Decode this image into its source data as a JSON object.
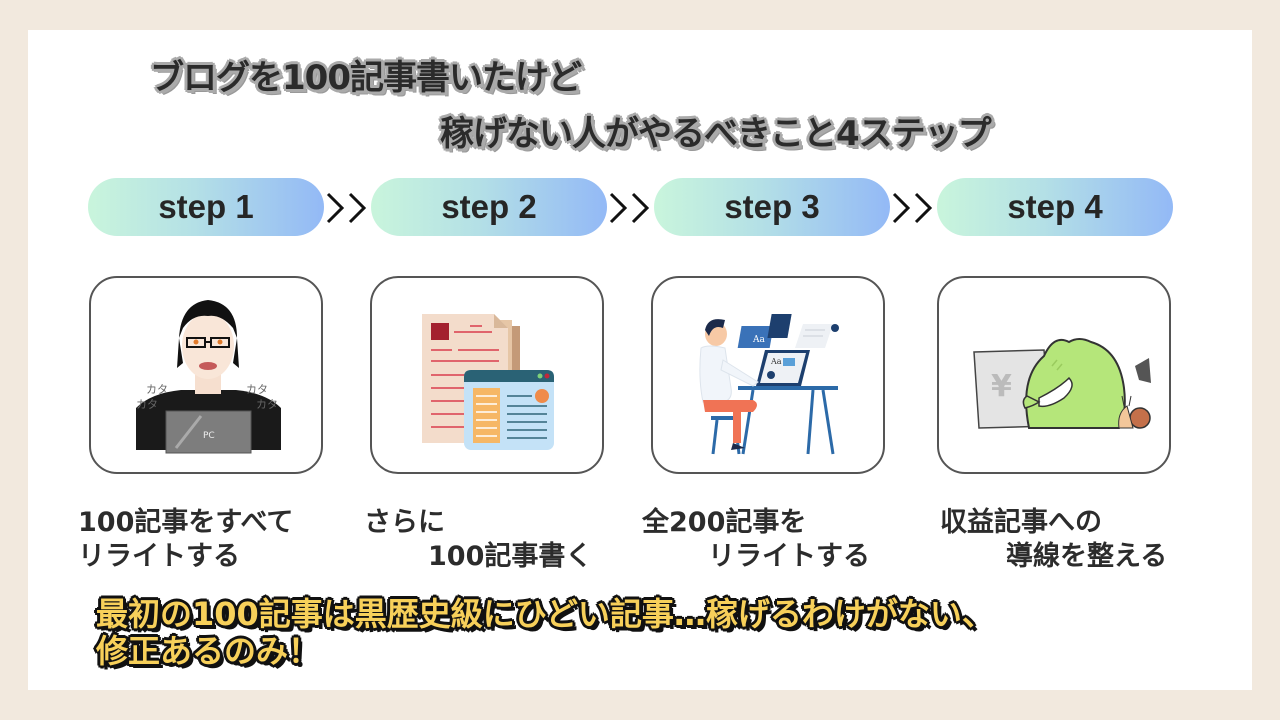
{
  "title": {
    "line1": "ブログを100記事書いたけど",
    "line2": "稼げない人がやるべきこと4ステップ"
  },
  "steps": [
    {
      "label": "step 1",
      "caption_line1": "100記事をすべて",
      "caption_line2": "リライトする",
      "illustration": "man-typing-on-pc-illustration",
      "sfx": "カタ"
    },
    {
      "label": "step 2",
      "caption_line1": "さらに",
      "caption_line2": "100記事書く",
      "illustration": "documents-and-browser-illustration"
    },
    {
      "label": "step 3",
      "caption_line1": "全200記事を",
      "caption_line2": "リライトする",
      "illustration": "person-at-desk-editing-illustration",
      "sfx": "Aa"
    },
    {
      "label": "step 4",
      "caption_line1": "収益記事への",
      "caption_line2": "導線を整える",
      "illustration": "frog-with-yen-laptop-illustration",
      "sfx": "¥"
    }
  ],
  "separator_icon": "double-chevron-right-icon",
  "pc_label": "PC",
  "bottom_message": {
    "line1": "最初の100記事は黒歴史級にひどい記事…稼げるわけがない、",
    "line2": "修正あるのみ！"
  },
  "colors": {
    "frame": "#f2e9de",
    "panel": "#ffffff",
    "pill_gradient_start": "#c9f5dc",
    "pill_gradient_end": "#93b9f6",
    "highlight_text": "#f7d05a",
    "title_text": "#2b2b2b"
  }
}
